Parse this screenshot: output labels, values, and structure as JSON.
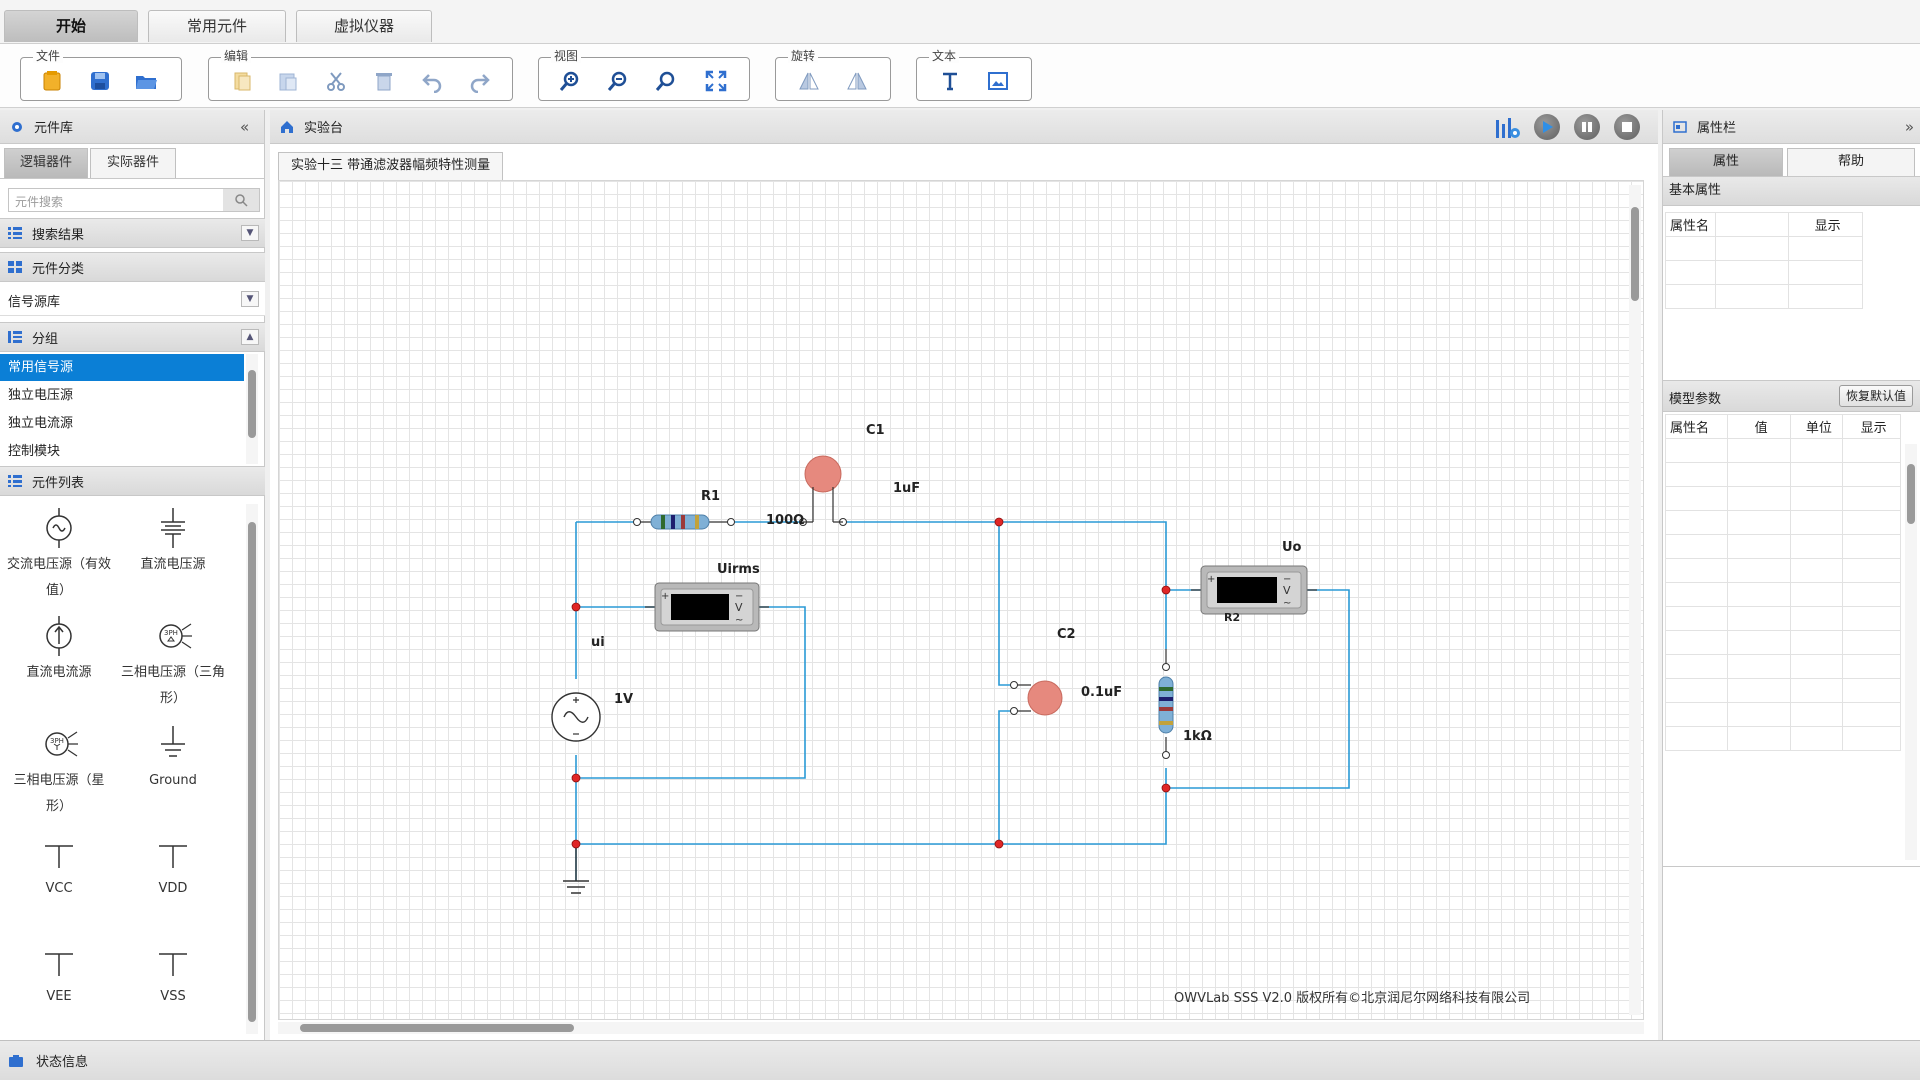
{
  "top_tabs": [
    "开始",
    "常用元件",
    "虚拟仪器"
  ],
  "ribbon": {
    "groups": [
      "文件",
      "编辑",
      "视图",
      "旋转",
      "文本"
    ]
  },
  "left": {
    "title": "元件库",
    "subtabs": [
      "逻辑器件",
      "实际器件"
    ],
    "search_placeholder": "元件搜索",
    "sect_search": "搜索结果",
    "sect_category": "元件分类",
    "category_value": "信号源库",
    "sect_group": "分组",
    "groups": [
      "常用信号源",
      "独立电压源",
      "独立电流源",
      "控制模块"
    ],
    "sect_list": "元件列表",
    "components": [
      "交流电压源（有效值）",
      "直流电压源",
      "直流电流源",
      "三相电压源（三角形）",
      "三相电压源（星形）",
      "Ground",
      "VCC",
      "VDD",
      "VEE",
      "VSS"
    ]
  },
  "center": {
    "title": "实验台",
    "doc_tab": "实验十三 带通滤波器幅频特性测量",
    "copyright": "OWVLab SSS V2.0 版权所有©北京润尼尔网络科技有限公司",
    "labels": {
      "r1": "R1",
      "r1_val": "100Ω",
      "c1": "C1",
      "c1_val": "1uF",
      "c2": "C2",
      "c2_val": "0.1uF",
      "r2_val": "1kΩ",
      "r2_partial": "R2",
      "ui": "ui",
      "ui_val": "1V",
      "uirms": "Uirms",
      "uo": "Uo"
    }
  },
  "right": {
    "title": "属性栏",
    "tabs": [
      "属性",
      "帮助"
    ],
    "basic_props": "基本属性",
    "basic_cols": [
      "属性名",
      "显示"
    ],
    "model_params": "模型参数",
    "restore": "恢复默认值",
    "model_cols": [
      "属性名",
      "值",
      "单位",
      "显示"
    ]
  },
  "status": "状态信息"
}
